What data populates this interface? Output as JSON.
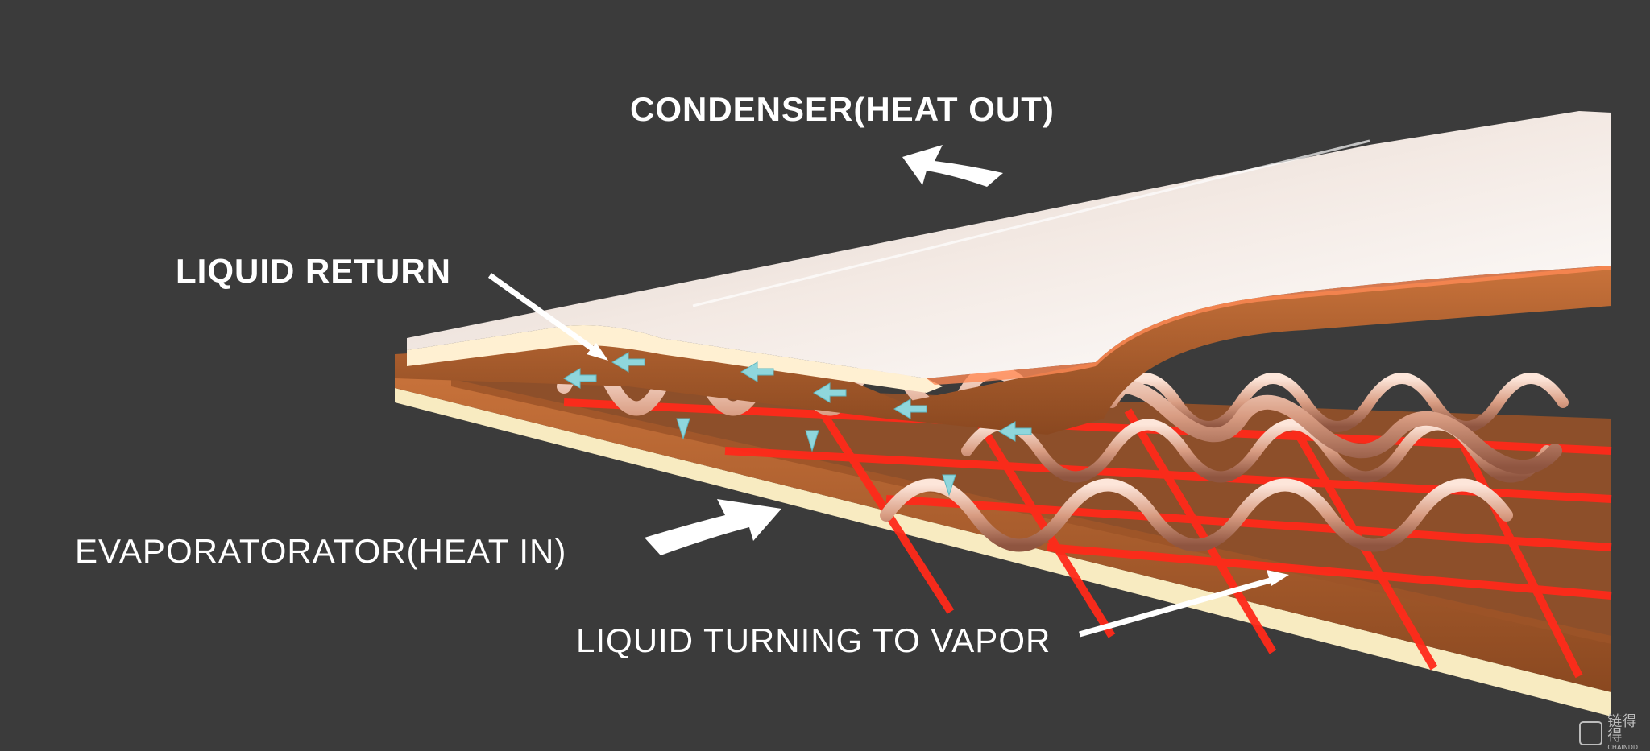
{
  "labels": {
    "condenser": "CONDENSER(HEAT OUT)",
    "liquid_return": "LIQUID RETURN",
    "evaporator": "EVAPORATORATOR(HEAT IN)",
    "vapor": "LIQUID TURNING TO VAPOR"
  },
  "watermark": {
    "text": "链得得",
    "sub": "CHAINDD"
  },
  "colors": {
    "background": "#3b3b3b",
    "label": "#ffffff",
    "top_plate": "#ece1da",
    "foam_layer": "#fff0d2",
    "wick": "#b5622f",
    "wick_dark": "#7a3d1a",
    "bottom_plate": "#f8ebc1",
    "coil": "#e8b8a0",
    "vapor_mesh": "#ff2a1a",
    "return_arrows": "#8fd6dc"
  }
}
